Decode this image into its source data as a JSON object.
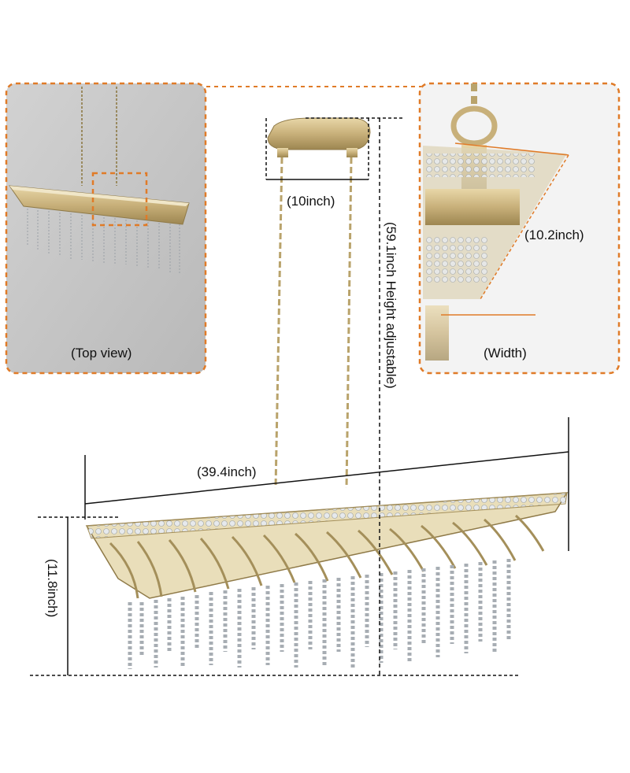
{
  "panels": {
    "top_view": {
      "label": "(Top view)"
    },
    "width_detail": {
      "label": "(Width)"
    }
  },
  "dimensions": {
    "canopy": "(10inch)",
    "crystal_width": "(10.2inch)",
    "height": "(59.1inch  Height adjustable)",
    "length": "(39.4inch)",
    "body_height": "(11.8inch)"
  },
  "colors": {
    "panel_bg": "#c8c8c8",
    "accent_dashed": "#e07b28",
    "gold": "#c8b07a",
    "gold_dark": "#8f7a48",
    "crystal": "#d9dde2",
    "dimension_line": "#111111"
  }
}
